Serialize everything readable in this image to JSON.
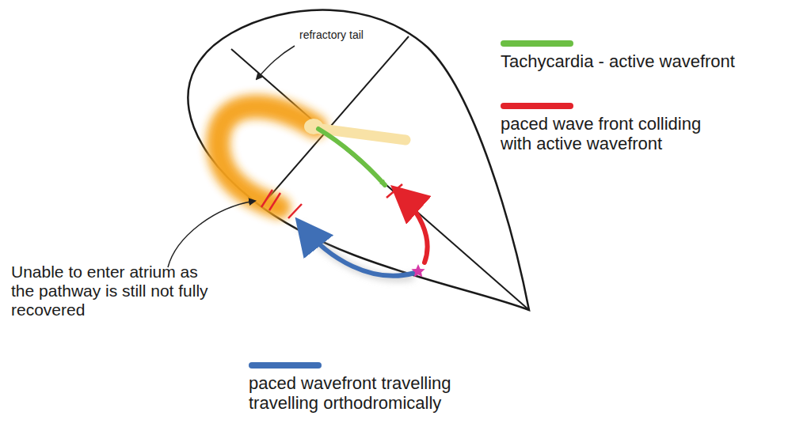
{
  "diagram": {
    "labels": [
      "refractory tail",
      "Unable to enter atrium as the pathway is still not fully recovered"
    ],
    "legend": [
      {
        "text": "Tachycardia - active wavefront",
        "color": "#6cbf44"
      },
      {
        "text": "paced wave front colliding with active wavefront",
        "color": "#e3232b"
      },
      {
        "text": "paced wavefront travelling travelling orthodromically",
        "color": "#3f6fb6"
      }
    ]
  }
}
